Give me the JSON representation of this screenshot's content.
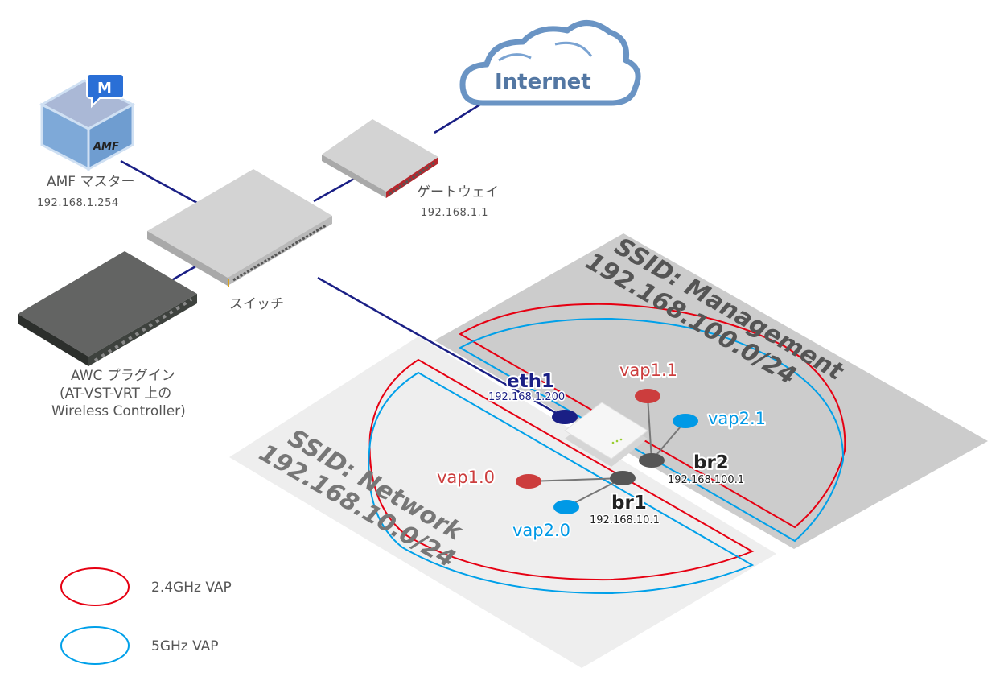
{
  "colors": {
    "link": "#1a1f85",
    "band_24ghz": "#e60012",
    "band_5ghz": "#00a0e9",
    "vap_24ghz_node": "#cc3d3d",
    "vap_5ghz_node": "#0099e6",
    "bridge_node": "#555555",
    "eth_node": "#1a1f85",
    "mgmt_plane": "#cccccc",
    "network_plane": "#eeeeee"
  },
  "devices": {
    "amf_master": {
      "name": "AMF マスター",
      "ip": "192.168.1.254",
      "badge": "M",
      "logo": "AMF",
      "icon": "amf-master-cube-icon"
    },
    "gateway": {
      "name": "ゲートウェイ",
      "ip": "192.168.1.1",
      "icon": "router-icon"
    },
    "switch": {
      "name": "スイッチ",
      "icon": "switch-icon"
    },
    "awc_plugin": {
      "line1": "AWC プラグイン",
      "line2": "(AT-VST-VRT 上の",
      "line3": "Wireless Controller)",
      "icon": "server-appliance-icon"
    },
    "internet": {
      "name": "Internet",
      "icon": "cloud-icon"
    },
    "access_point": {
      "icon": "wireless-access-point-icon"
    }
  },
  "interfaces": {
    "eth1": {
      "name": "eth1",
      "ip": "192.168.1.200"
    },
    "br1": {
      "name": "br1",
      "ip": "192.168.10.1"
    },
    "br2": {
      "name": "br2",
      "ip": "192.168.100.1"
    },
    "vap1_0": {
      "name": "vap1.0"
    },
    "vap2_0": {
      "name": "vap2.0"
    },
    "vap1_1": {
      "name": "vap1.1"
    },
    "vap2_1": {
      "name": "vap2.1"
    }
  },
  "ssids": {
    "management": {
      "title": "SSID: Management",
      "subnet": "192.168.100.0/24"
    },
    "network": {
      "title": "SSID: Network",
      "subnet": "192.168.10.0/24"
    }
  },
  "legend": [
    {
      "label": "2.4GHz VAP",
      "color_key": "band_24ghz"
    },
    {
      "label": "5GHz VAP",
      "color_key": "band_5ghz"
    }
  ]
}
